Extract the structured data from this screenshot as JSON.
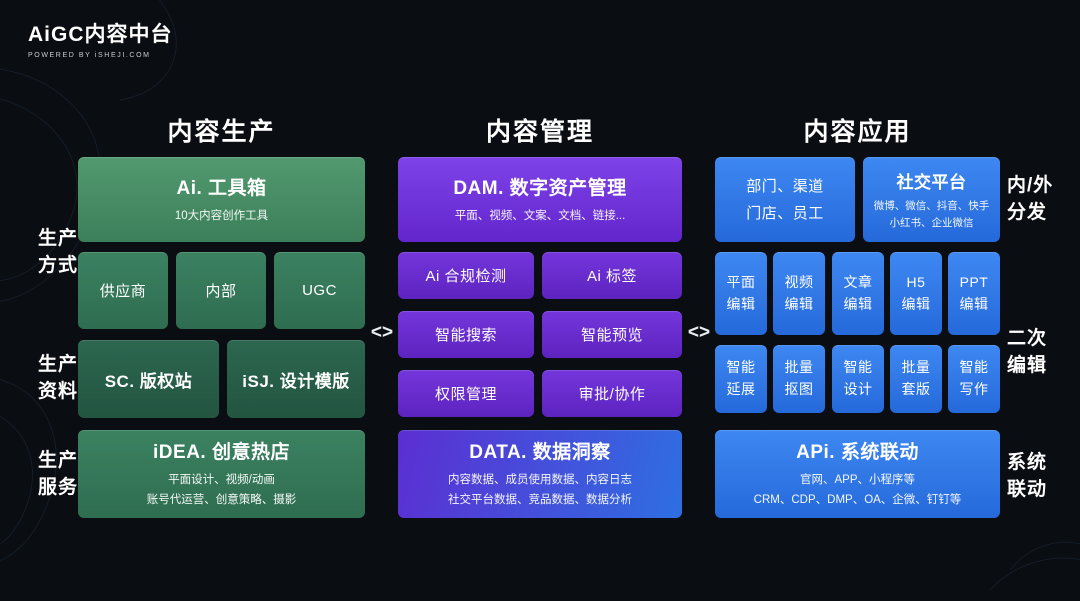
{
  "logo": {
    "title": "AiGC内容中台",
    "powered": "POWERED BY iSHEJI.COM"
  },
  "separator": "<>",
  "colors": {
    "background": "#0a0d12",
    "green": "#3c7f5a",
    "purple": "#6d2fd6",
    "blue": "#2e7ce8"
  },
  "left_labels": [
    "生产\n方式",
    "生产\n资料",
    "生产\n服务"
  ],
  "right_labels": [
    "内/外\n分发",
    "二次\n编辑",
    "系统\n联动"
  ],
  "production": {
    "header": "内容生产",
    "toolbox_title": "Ai. 工具箱",
    "toolbox_subtitle": "10大内容创作工具",
    "sources": [
      "供应商",
      "内部",
      "UGC"
    ],
    "rights_site": "SC. 版权站",
    "design_templates": "iSJ. 设计模版",
    "idea_title": "iDEA. 创意热店",
    "idea_subtitle": "平面设计、视频/动画\n账号代运营、创意策略、摄影"
  },
  "management": {
    "header": "内容管理",
    "dam_title": "DAM. 数字资产管理",
    "dam_subtitle": "平面、视频、文案、文档、链接...",
    "features": [
      "Ai 合规检测",
      "Ai 标签",
      "智能搜索",
      "智能预览",
      "权限管理",
      "审批/协作"
    ],
    "data_title": "DATA. 数据洞察",
    "data_subtitle": "内容数据、成员使用数据、内容日志\n社交平台数据、竞品数据、数据分析"
  },
  "application": {
    "header": "内容应用",
    "channels": "部门、渠道\n门店、员工",
    "social_title": "社交平台",
    "social_subtitle": "微博、微信、抖音、快手\n小红书、企业微信",
    "editors": [
      "平面\n编辑",
      "视频\n编辑",
      "文章\n编辑",
      "H5\n编辑",
      "PPT\n编辑"
    ],
    "smart_tools": [
      "智能\n延展",
      "批量\n抠图",
      "智能\n设计",
      "批量\n套版",
      "智能\n写作"
    ],
    "api_title": "APi. 系统联动",
    "api_subtitle": "官网、APP、小程序等\nCRM、CDP、DMP、OA、企微、钉钉等"
  }
}
